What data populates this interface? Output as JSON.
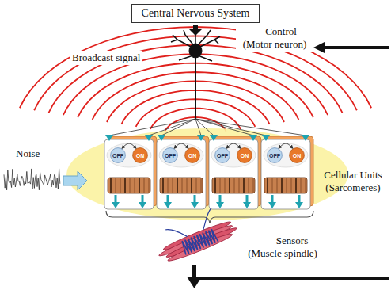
{
  "diagram": {
    "nodes": [
      {
        "text": [
          "Central Nervous System"
        ]
      },
      {
        "text": [
          "OFF"
        ]
      },
      {
        "text": [
          "ON"
        ]
      },
      {
        "text": [
          "OFF"
        ]
      },
      {
        "text": [
          "ON"
        ]
      },
      {
        "text": [
          "OFF"
        ]
      },
      {
        "text": [
          "ON"
        ]
      },
      {
        "text": [
          "OFF"
        ]
      },
      {
        "text": [
          "ON"
        ]
      }
    ],
    "edges": [
      {
        "from": 1,
        "to": 2,
        "arrow": "both"
      },
      {
        "from": 3,
        "to": 4,
        "arrow": "both"
      },
      {
        "from": 5,
        "to": 6,
        "arrow": "both"
      },
      {
        "from": 7,
        "to": 8,
        "arrow": "both"
      }
    ],
    "labels": [
      "Control (Motor neuron)",
      "Broadcast signal",
      "Noise",
      "Cellular Units (Sarcomeres)",
      "Sensors (Muscle spindle)"
    ]
  }
}
